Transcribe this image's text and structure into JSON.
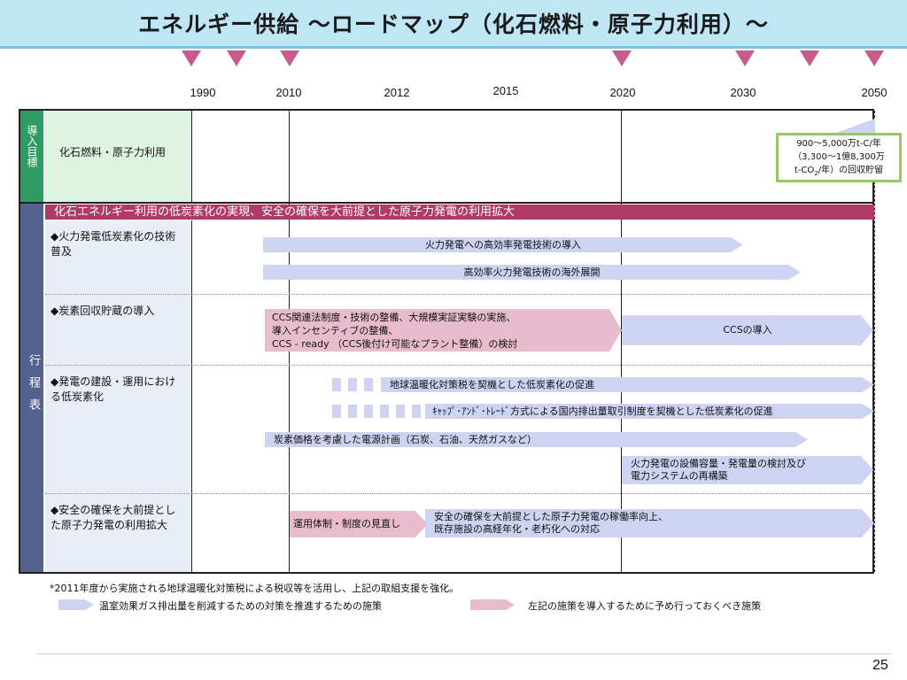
{
  "title": "エネルギー供給 ～ロードマップ（化石燃料・原子力利用）～",
  "years": [
    "1990",
    "2010",
    "2012",
    "2015",
    "2020",
    "2030",
    "2050"
  ],
  "labels": {
    "goal_vertical": "導入目標",
    "schedule_vertical": "行程表"
  },
  "goal_row": {
    "label": "化石燃料・原子力利用"
  },
  "goal_box": {
    "line1": "900～5,000万t-C/年",
    "line2": "（3,300～1億8,300万",
    "line3a": "t-CO",
    "line3sub": "2",
    "line3b": "/年）の回収貯留"
  },
  "policy_header": "化石エネルギー利用の低炭素化の実現、安全の確保を大前提とした原子力発電の利用拡大",
  "rows": [
    {
      "label": "◆火力発電低炭素化の技術普及"
    },
    {
      "label": "◆炭素回収貯蔵の導入"
    },
    {
      "label": "◆発電の建設・運用における低炭素化"
    },
    {
      "label": "◆安全の確保を大前提とした原子力発電の利用拡大"
    }
  ],
  "arrows": {
    "thermal_efficiency": "火力発電への高効率発電技術の導入",
    "overseas": "高効率火力発電技術の海外展開",
    "ccs_prep_1": "CCS関連法制度・技術の整備、大規模実証実験の実施、",
    "ccs_prep_2": "導入インセンティブの整備、",
    "ccs_prep_3": "CCS - ready （CCS後付け可能なプラント整備）の検討",
    "ccs_intro": "CCSの導入",
    "climate_tax": "地球温暖化対策税を契機とした低炭素化の促進",
    "cap_trade": "ｷｬｯﾌﾟ･ｱﾝﾄﾞ･ﾄﾚｰﾄﾞ方式による国内排出量取引制度を契機とした低炭素化の促進",
    "carbon_price": "炭素価格を考慮した電源計画（石炭、石油、天然ガスなど）",
    "capacity_1": "火力発電の設備容量・発電量の検討及び",
    "capacity_2": "電力システムの再構築",
    "operation_review": "運用体制・制度の見直し",
    "nuclear_1": "安全の確保を大前提とした原子力発電の稼働率向上、",
    "nuclear_2": "既存施設の高経年化・老朽化への対応"
  },
  "footnote": "*2011年度から実施される地球温暖化対策税による税収等を活用し、上記の取組支援を強化。",
  "legend": {
    "blue": "温室効果ガス排出量を削減するための対策を推進するための施策",
    "pink": "左記の施策を導入するために予め行っておくべき施策"
  },
  "colors": {
    "blue_arrow": "#cdd3f1",
    "pink_arrow": "#e8bccd",
    "header_bar": "#b03a66",
    "green_label": "#2f9a61",
    "blue_label": "#54628f"
  },
  "page_number": "25"
}
